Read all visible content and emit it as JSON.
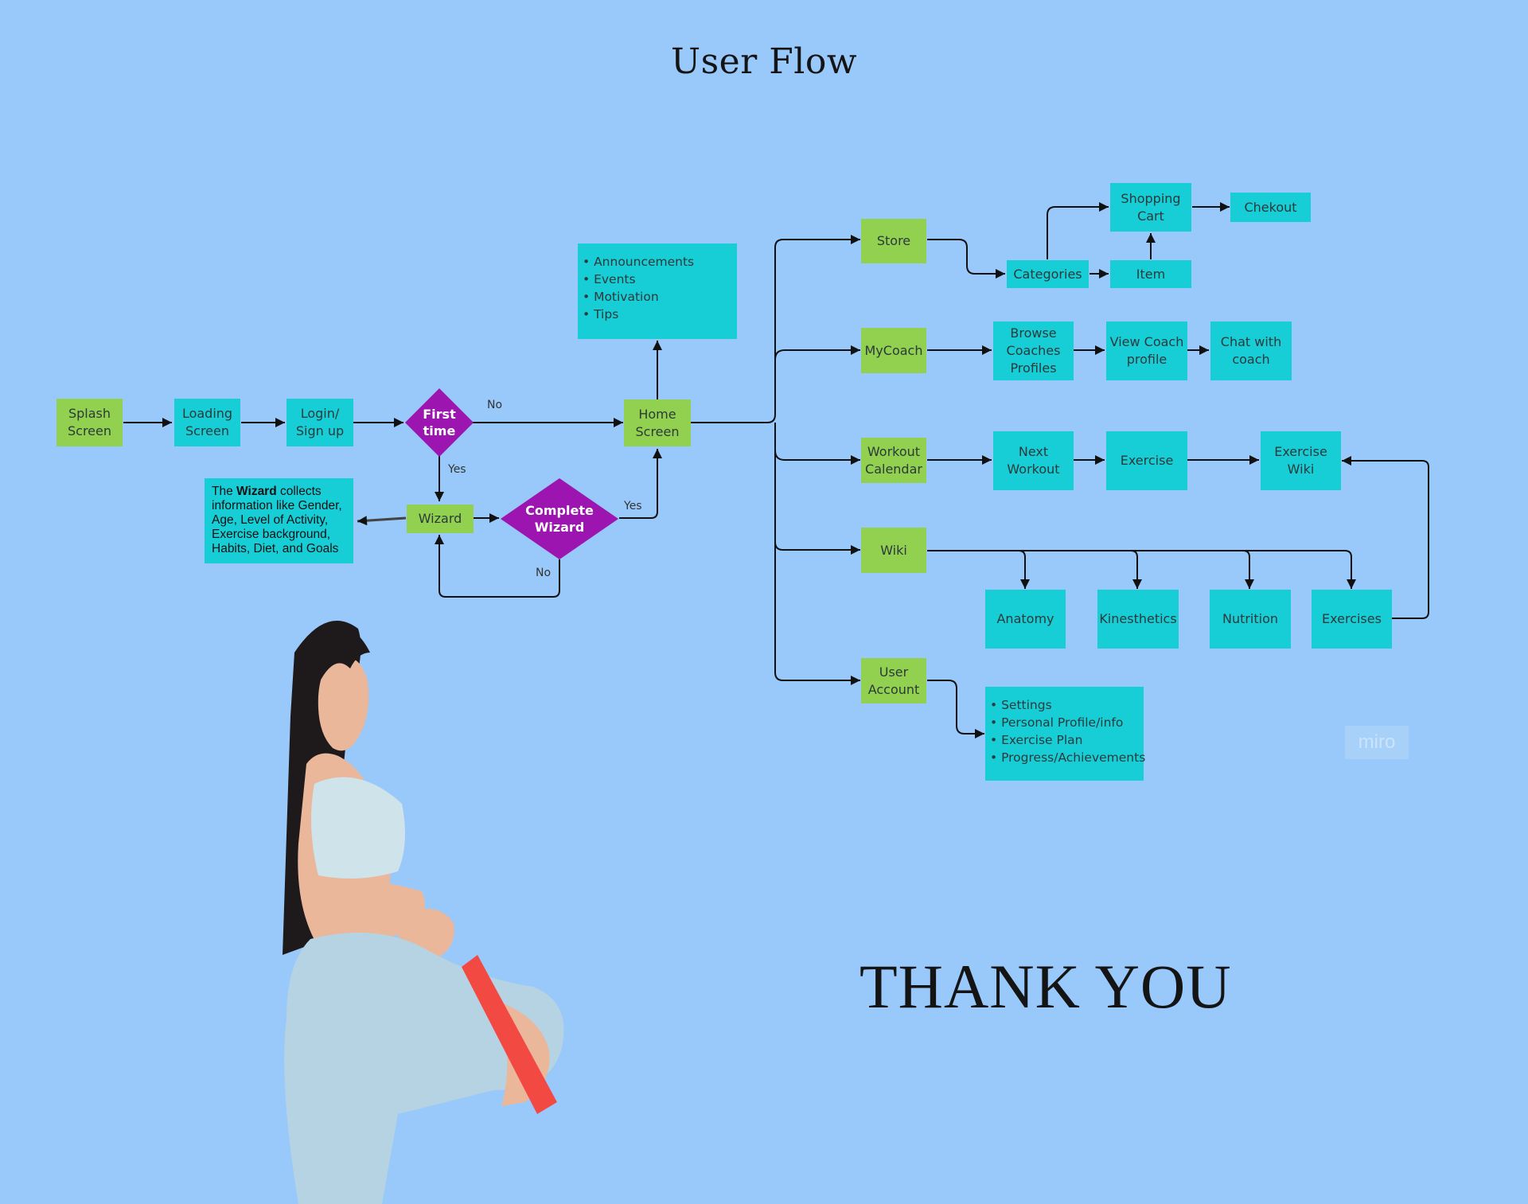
{
  "title": "User Flow",
  "closing": "THANK YOU",
  "watermark": "miro",
  "colors": {
    "background": "#99c9fa",
    "screen_node": "#92d050",
    "detail_node": "#17cdd6",
    "decision_node": "#9d15b0",
    "connector": "#111111"
  },
  "nodes": {
    "splash": "Splash\nScreen",
    "loading": "Loading\nScreen",
    "login": "Login/\nSign up",
    "first_time": "First\ntime",
    "home": "Home\nScreen",
    "wizard": "Wizard",
    "complete_wizard": "Complete\nWizard",
    "store": "Store",
    "categories": "Categories",
    "item": "Item",
    "shopping_cart": "Shopping\nCart",
    "checkout": "Chekout",
    "mycoach": "MyCoach",
    "browse_coaches": "Browse\nCoaches\nProfiles",
    "view_coach": "View Coach\nprofile",
    "chat_coach": "Chat with\ncoach",
    "workout_calendar": "Workout\nCalendar",
    "next_workout": "Next\nWorkout",
    "exercise": "Exercise",
    "exercise_wiki": "Exercise\nWiki",
    "wiki": "Wiki",
    "anatomy": "Anatomy",
    "kinesthetics": "Kinesthetics",
    "nutrition": "Nutrition",
    "exercises": "Exercises",
    "user_account": "User\nAccount"
  },
  "home_content": [
    "• Announcements",
    "• Events",
    "• Motivation",
    "• Tips"
  ],
  "account_content": [
    "• Settings",
    "• Personal Profile/info",
    "• Exercise Plan",
    "• Progress/Achievements"
  ],
  "wizard_note": {
    "prefix": "The ",
    "bold": "Wizard",
    "rest": " collects information like Gender, Age, Level of Activity, Exercise background, Habits, Diet, and Goals"
  },
  "edge_labels": {
    "first_no": "No",
    "first_yes": "Yes",
    "complete_yes": "Yes",
    "complete_no": "No"
  }
}
